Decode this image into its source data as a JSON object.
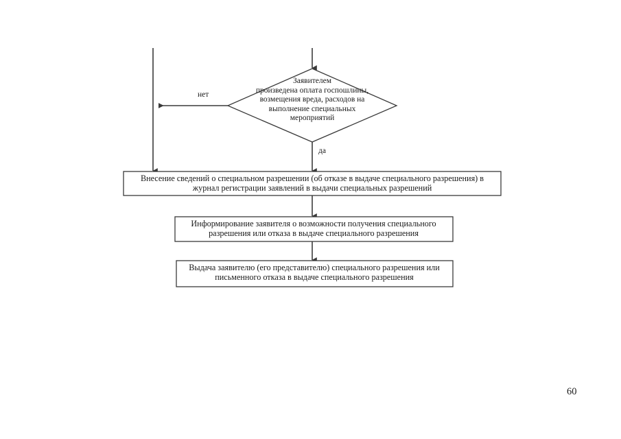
{
  "page": {
    "number": "60",
    "background_color": "#ffffff",
    "line_color": "#3a3a3a",
    "text_color": "#1a1a1a"
  },
  "diagram": {
    "type": "flowchart",
    "title": "",
    "nodes": [
      {
        "id": "decision-payment",
        "shape": "diamond",
        "text": "Заявителем\nпроизведена оплата госпошлины,\nвозмещения вреда, расходов на\nвыполнение специальных\nмероприятий"
      },
      {
        "id": "process-register",
        "shape": "rectangle",
        "text": "Внесение сведений о специальном разрешении (об отказе в выдаче специального разрешения) в журнал регистрации заявлений в выдачи специальных разрешений"
      },
      {
        "id": "process-inform",
        "shape": "rectangle",
        "text": "Информирование заявителя о возможности получения специального разрешения или отказа в выдаче специального разрешения"
      },
      {
        "id": "process-issue",
        "shape": "rectangle",
        "text": "Выдача заявителю (его представителю) специального разрешения или письменного отказа в выдаче специального разрешения"
      }
    ],
    "edges": [
      {
        "id": "edge-in-top",
        "from": "above",
        "to": "decision-payment",
        "label": ""
      },
      {
        "id": "edge-no",
        "from": "decision-payment",
        "to": "left-bypass",
        "label": "нет"
      },
      {
        "id": "edge-yes",
        "from": "decision-payment",
        "to": "process-register",
        "label": "да"
      },
      {
        "id": "edge-bypass-down",
        "from": "left-bypass",
        "to": "process-register",
        "label": ""
      },
      {
        "id": "edge-register-inform",
        "from": "process-register",
        "to": "process-inform",
        "label": ""
      },
      {
        "id": "edge-inform-issue",
        "from": "process-inform",
        "to": "process-issue",
        "label": ""
      }
    ]
  }
}
